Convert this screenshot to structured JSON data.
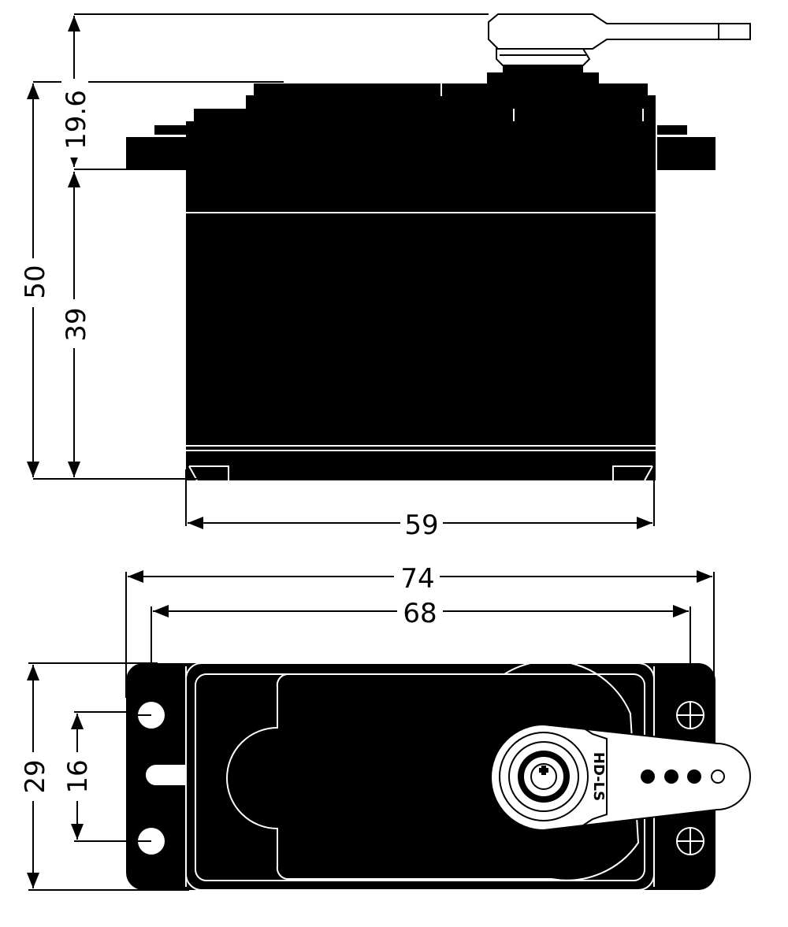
{
  "side_view": {
    "dims": {
      "height_total": "50",
      "height_body": "39",
      "height_top": "19.6",
      "width_body": "59"
    }
  },
  "top_view": {
    "dims": {
      "width_total": "74",
      "width_holes": "68",
      "depth_total": "29",
      "hole_spacing": "16"
    },
    "horn_label": "HD-LS"
  }
}
